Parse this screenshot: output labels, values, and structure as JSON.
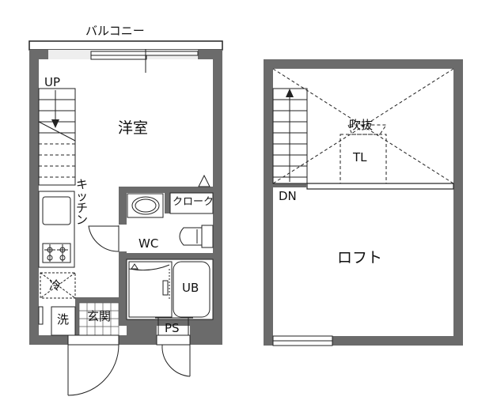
{
  "floor_plan": {
    "lower_floor": {
      "balcony": "バルコニー",
      "stair_up": "UP",
      "western_room": "洋室",
      "kitchen": "キッチン",
      "closet": "クローク",
      "toilet": "WC",
      "bath": "UB",
      "fridge": "冷",
      "laundry": "洗",
      "entrance": "玄関",
      "pipe_space": "PS"
    },
    "loft_floor": {
      "stair_down": "DN",
      "void": "吹抜",
      "top_light": "TL",
      "loft": "ロフト"
    }
  }
}
